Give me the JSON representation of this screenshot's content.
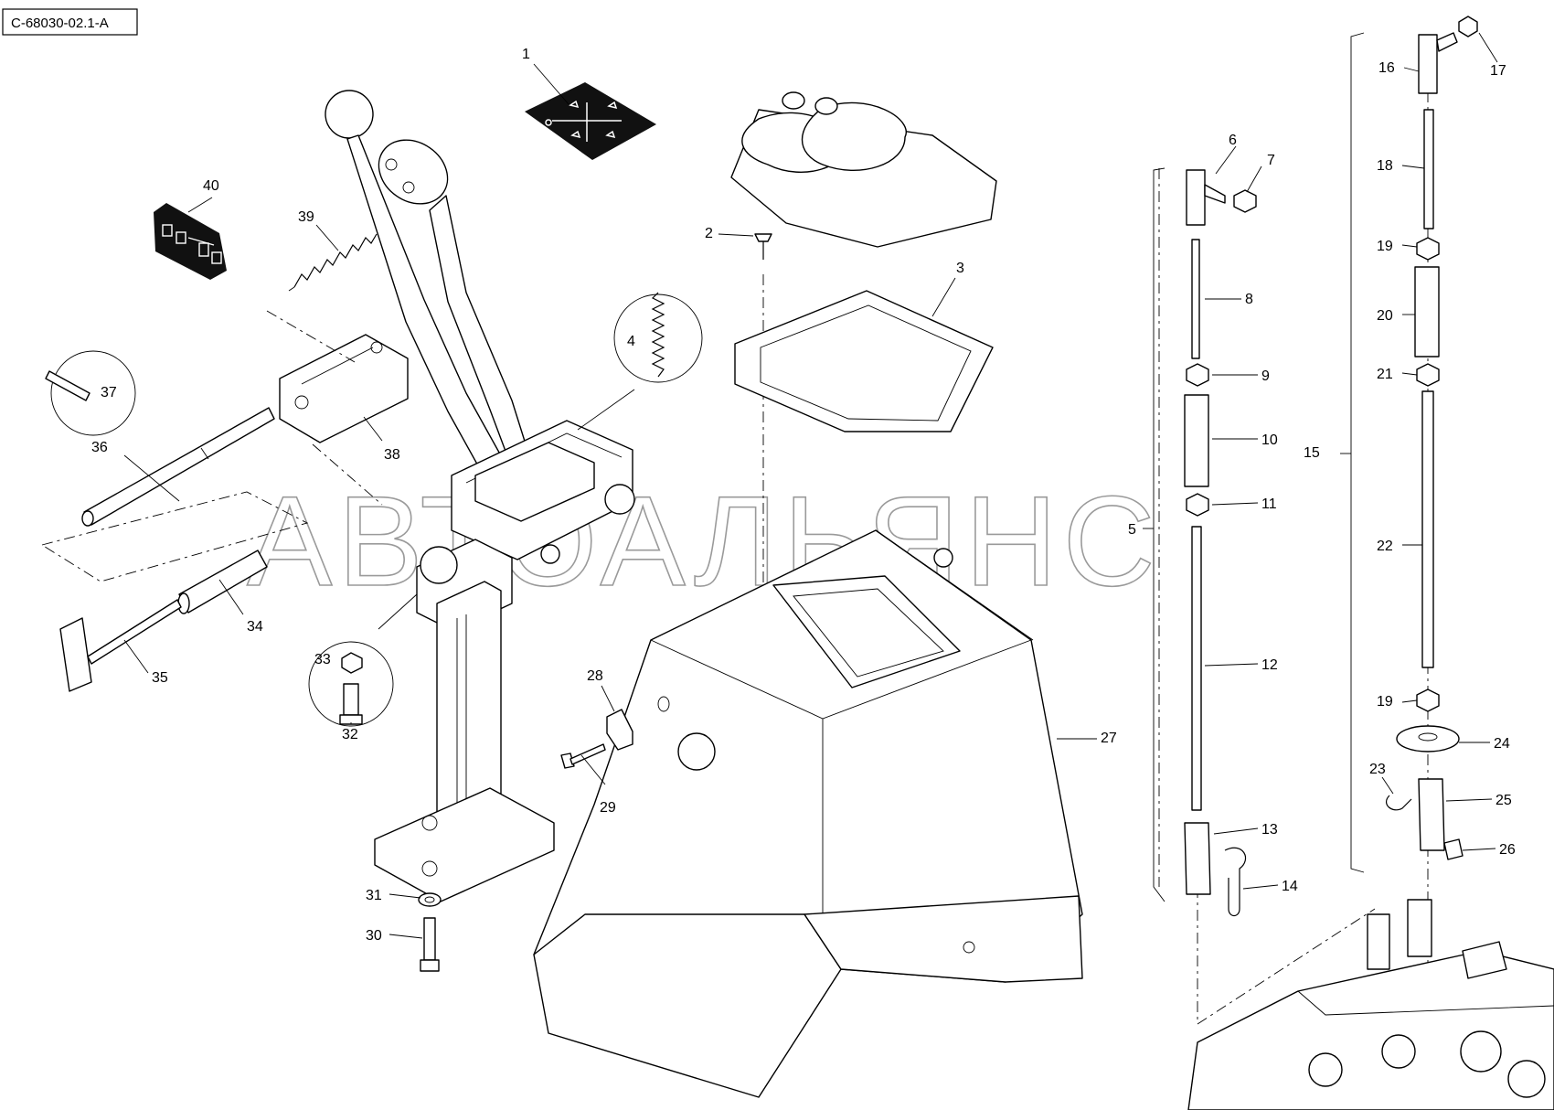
{
  "drawing_code": "C-68030-02.1-A",
  "watermark": "АВТОАЛЬЯНС",
  "callouts": [
    "1",
    "2",
    "3",
    "4",
    "5",
    "6",
    "7",
    "8",
    "9",
    "10",
    "11",
    "12",
    "13",
    "14",
    "15",
    "16",
    "17",
    "18",
    "19",
    "19",
    "20",
    "21",
    "22",
    "23",
    "24",
    "25",
    "26",
    "27",
    "28",
    "29",
    "30",
    "31",
    "32",
    "33",
    "34",
    "35",
    "36",
    "37",
    "38",
    "39",
    "40"
  ]
}
